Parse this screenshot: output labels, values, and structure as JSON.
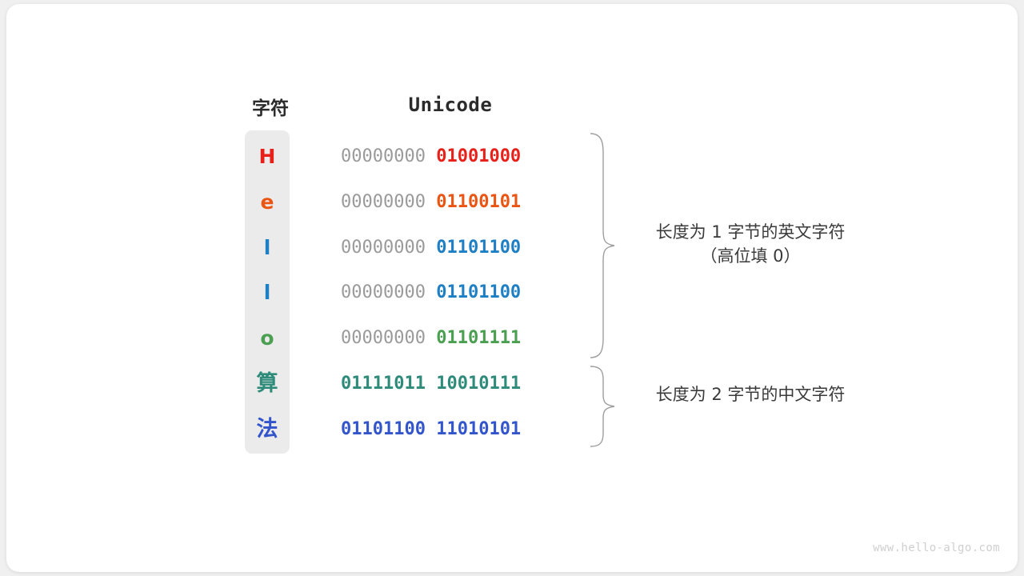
{
  "headers": {
    "character": "字符",
    "unicode": "Unicode"
  },
  "rows": [
    {
      "char": "H",
      "char_color": "#e8201a",
      "high_byte": "00000000",
      "low_byte": "01001000",
      "high_color": "#9a9a9a",
      "low_color": "#e8201a",
      "cjk": false
    },
    {
      "char": "e",
      "char_color": "#ea5514",
      "high_byte": "00000000",
      "low_byte": "01100101",
      "high_color": "#9a9a9a",
      "low_color": "#ea5514",
      "cjk": false
    },
    {
      "char": "l",
      "char_color": "#1f7fc4",
      "high_byte": "00000000",
      "low_byte": "01101100",
      "high_color": "#9a9a9a",
      "low_color": "#1f7fc4",
      "cjk": false
    },
    {
      "char": "l",
      "char_color": "#1f7fc4",
      "high_byte": "00000000",
      "low_byte": "01101100",
      "high_color": "#9a9a9a",
      "low_color": "#1f7fc4",
      "cjk": false
    },
    {
      "char": "o",
      "char_color": "#4a9f50",
      "high_byte": "00000000",
      "low_byte": "01101111",
      "high_color": "#9a9a9a",
      "low_color": "#4a9f50",
      "cjk": false
    },
    {
      "char": "算",
      "char_color": "#2e8b7a",
      "high_byte": "01111011",
      "low_byte": "10010111",
      "high_color": "#2e8b7a",
      "low_color": "#2e8b7a",
      "cjk": true
    },
    {
      "char": "法",
      "char_color": "#3355cc",
      "high_byte": "01101100",
      "low_byte": "11010101",
      "high_color": "#3355cc",
      "low_color": "#3355cc",
      "cjk": true
    }
  ],
  "annotations": {
    "group_one_byte": "长度为 1 字节的英文字符\n（高位填 0）",
    "group_two_byte": "长度为 2 字节的中文字符"
  },
  "watermark": "www.hello-algo.com",
  "colors": {
    "page_background": "#f0f0f0",
    "card_background": "#ffffff",
    "pill_background": "#ebebeb",
    "brace_stroke": "#9e9e9e",
    "header_text": "#2b2b2b",
    "annotation_text": "#3a3a3a",
    "watermark_text": "#cfcfcf"
  }
}
